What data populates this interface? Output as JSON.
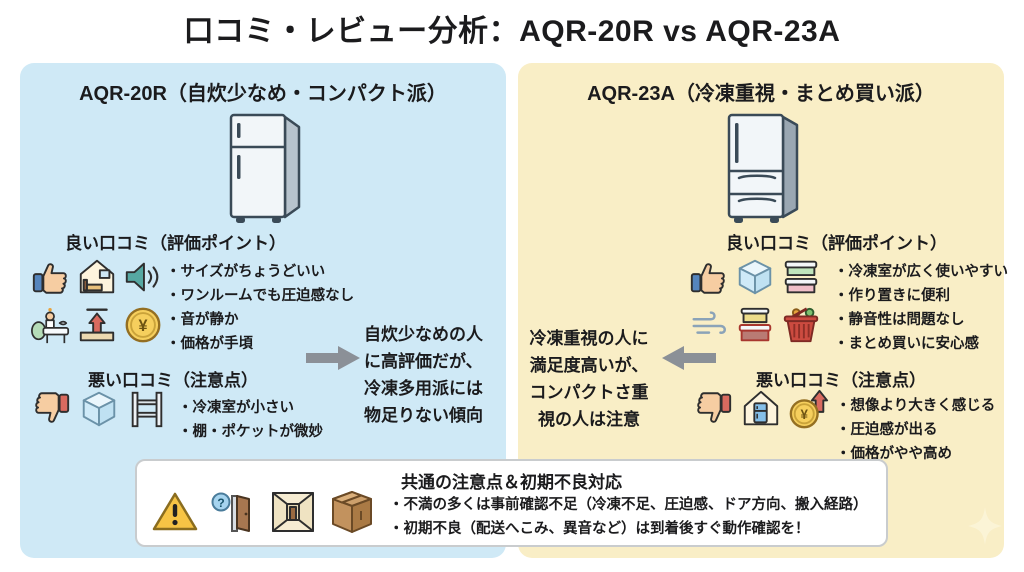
{
  "title": "口コミ・レビュー分析：AQR-20R vs AQR-23A",
  "left": {
    "header": "AQR-20R（自炊少なめ・コンパクト派）",
    "fridge_icon": "fridge-2door",
    "good_heading": "良い口コミ（評価ポイント）",
    "good_icons": [
      "thumbs-up",
      "house-bedroom",
      "speaker-sound",
      "person-cooking",
      "arrow-up-clearance",
      "yen-coin"
    ],
    "good_items": [
      "サイズがちょうどいい",
      "ワンルームでも圧迫感なし",
      "音が静か",
      "価格が手頃"
    ],
    "bad_heading": "悪い口コミ（注意点）",
    "bad_icons": [
      "thumbs-down",
      "ice-cube",
      "shelf-rack"
    ],
    "bad_items": [
      "冷凍室が小さい",
      "棚・ポケットが微妙"
    ],
    "summary": "自炊少なめの人に高評価だが、冷凍多用派には物足りない傾向"
  },
  "right": {
    "header": "AQR-23A（冷凍重視・まとめ買い派）",
    "fridge_icon": "fridge-3door",
    "good_heading": "良い口コミ（評価ポイント）",
    "good_icons": [
      "thumbs-up",
      "ice-cube",
      "food-containers",
      "wind-quiet",
      "food-containers-2",
      "shopping-basket"
    ],
    "good_items": [
      "冷凍室が広く使いやすい",
      "作り置きに便利",
      "静音性は問題なし",
      "まとめ買いに安心感"
    ],
    "bad_heading": "悪い口コミ（注意点）",
    "bad_icons": [
      "thumbs-down",
      "house-fridge",
      "yen-price-up"
    ],
    "bad_items": [
      "想像より大きく感じる",
      "圧迫感が出る",
      "価格がやや高め"
    ],
    "summary": "冷凍重視の人に満足度高いが、コンパクトさ重視の人は注意"
  },
  "common": {
    "heading": "共通の注意点＆初期不良対応",
    "icons": [
      "warning-triangle",
      "door-question",
      "entry-hallway",
      "cardboard-box"
    ],
    "items": [
      "不満の多くは事前確認不足（冷凍不足、圧迫感、ドア方向、搬入経路）",
      "初期不良（配送へこみ、異音など）は到着後すぐ動作確認を！"
    ]
  },
  "colors": {
    "left_panel_bg": "#cfe9f6",
    "right_panel_bg": "#f9eec6",
    "arrow_gray": "#8b9097",
    "text": "#1b1b1d",
    "box_border": "#c9ccce",
    "warning_yellow": "#f6c445",
    "coin_gold": "#f6cf5d"
  }
}
